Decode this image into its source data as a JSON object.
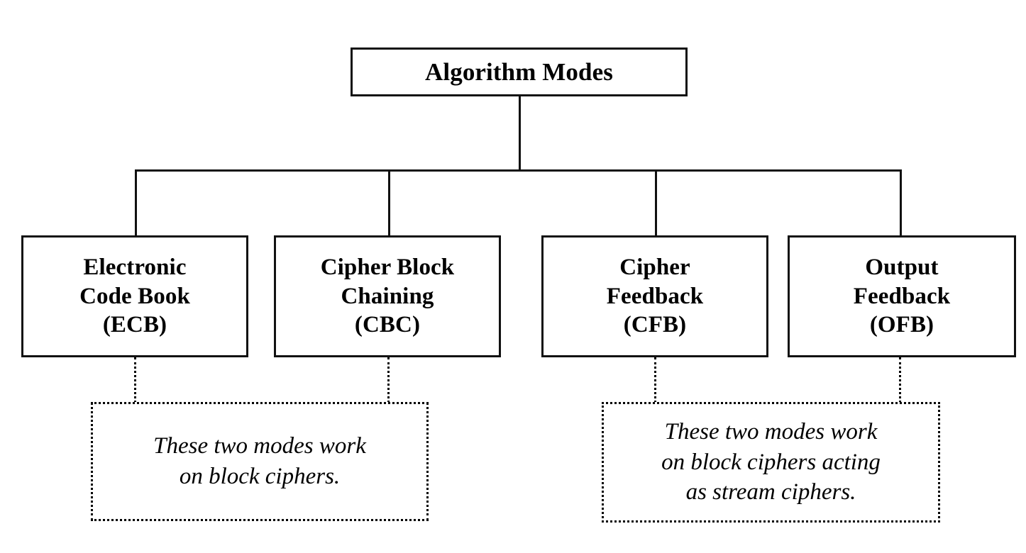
{
  "diagram": {
    "title": "Algorithm Modes",
    "root": {
      "label": "Algorithm Modes"
    },
    "modes": [
      {
        "id": "ecb",
        "label": "Electronic\nCode Book\n(ECB)",
        "abbr": "ECB",
        "name": "Electronic Code Book"
      },
      {
        "id": "cbc",
        "label": "Cipher Block\nChaining\n(CBC)",
        "abbr": "CBC",
        "name": "Cipher Block Chaining"
      },
      {
        "id": "cfb",
        "label": "Cipher\nFeedback\n(CFB)",
        "abbr": "CFB",
        "name": "Cipher Feedback"
      },
      {
        "id": "ofb",
        "label": "Output\nFeedback\n(OFB)",
        "abbr": "OFB",
        "name": "Output Feedback"
      }
    ],
    "notes": [
      {
        "id": "note-block",
        "text": "These two modes work\non block ciphers.",
        "applies_to": [
          "ECB",
          "CBC"
        ]
      },
      {
        "id": "note-stream",
        "text": "These two modes work\non block ciphers acting\nas stream ciphers.",
        "applies_to": [
          "CFB",
          "OFB"
        ]
      }
    ],
    "colors": {
      "background": "#ffffff",
      "line": "#111111",
      "text": "#000000",
      "note_border": "#000000"
    }
  }
}
